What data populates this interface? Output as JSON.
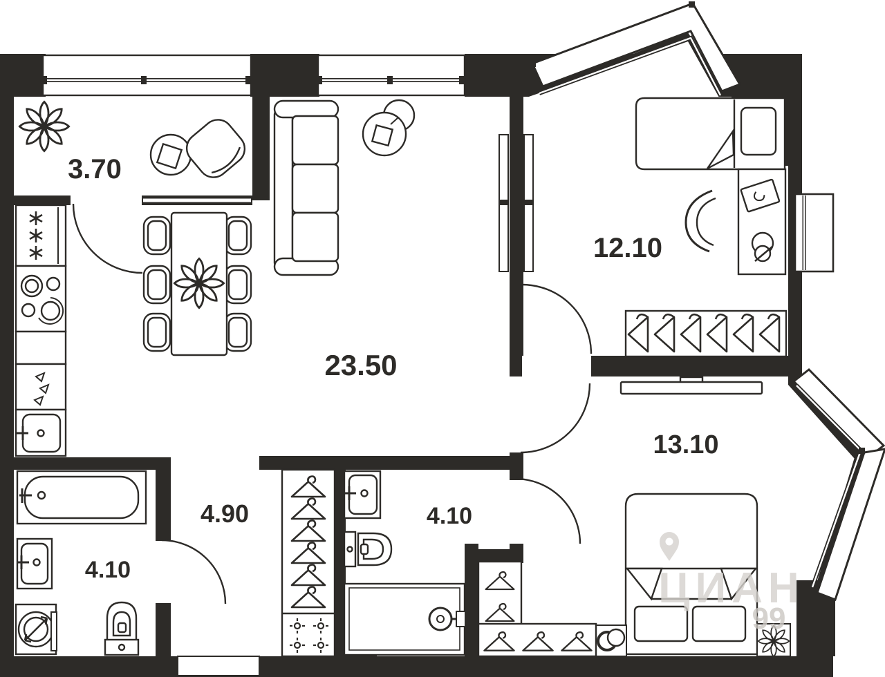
{
  "rooms": {
    "balcony": {
      "area": "3.70"
    },
    "living": {
      "area": "23.50"
    },
    "bedroom_top": {
      "area": "12.10"
    },
    "bedroom_bottom": {
      "area": "13.10"
    },
    "hallway": {
      "area": "4.90"
    },
    "bathroom_left": {
      "area": "4.10"
    },
    "bathroom_middle": {
      "area": "4.10"
    }
  },
  "watermark": {
    "brand": "ЦИАН",
    "code": "99"
  },
  "colors": {
    "ink": "#2d2b28",
    "paper": "#ffffff",
    "watermark": "#d5d2ce",
    "watermark_code": "#cbc7c2"
  },
  "icons": {
    "plant-icon": "8-petal flower outline",
    "armchair-icon": "rotated rounded-square chair",
    "side-table-icon": "circle with rotated square",
    "sofa-icon": "3-cushion sofa with armrests",
    "decor-table-icon": "two overlapping circles with diamond",
    "dining-table-icon": "rectangle table, 6 chairs, flower centerpiece",
    "fridge-icon": "cabinet with three snowflake asterisks",
    "hob-icon": "four burner circles",
    "dishwasher-icon": "cabinet with three small triangles",
    "kitchen-sink-icon": "basin with tap",
    "bathtub-icon": "rounded tub with tap",
    "washbasin-icon": "basin with tap",
    "washing-machine-icon": "square with drum circle and arrow",
    "toilet-icon": "bowl with tank",
    "shower-icon": "square tray with shower head",
    "hanger-icon": "clothes hanger",
    "shoe-rack-icon": "four dotted cross marks",
    "single-bed-icon": "bed with pillow and folded blanket",
    "double-bed-icon": "bed with two pillows and foot boxes",
    "desk-icon": "desk with laptop, chair, lamp",
    "wardrobe-icon": "cabinet with side-view hangers",
    "tv-console-icon": "thin media console",
    "radiator-icon": "double-line wall unit",
    "rings-icon": "two interlocked circles",
    "window-icon": "double glazing line with mullions",
    "door-arc-icon": "quarter-circle door swing",
    "map-pin-icon": "location pin (watermark)"
  }
}
